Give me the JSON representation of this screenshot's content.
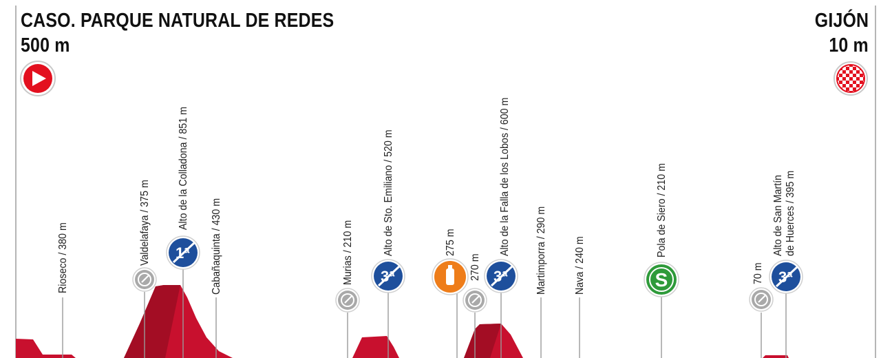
{
  "start": {
    "name": "CASO. PARQUE NATURAL DE REDES",
    "altitude": "500 m",
    "icon": "start-arrow-icon"
  },
  "finish": {
    "name": "GIJÓN",
    "altitude": "10 m",
    "icon": "finish-checkered-flag-icon"
  },
  "colors": {
    "profile": "#c8102e",
    "profile_dark": "#9e0c22",
    "start_badge": "#e3101f",
    "climb_badge": "#1e4f9c",
    "sprint_badge": "#2e9a3a",
    "feed_badge": "#ee7d1a",
    "cp_badge": "#a9a9a9",
    "line": "#9a9a9a"
  },
  "markers": [
    {
      "label": "Rioseco / 380 m",
      "badge": ""
    },
    {
      "label": "Valdelafaya / 375 m",
      "badge": "cp"
    },
    {
      "label": "Alto de la Colladona / 851 m",
      "badge": "climb",
      "category": "1ª"
    },
    {
      "label": "Cabañaquinta / 430 m",
      "badge": ""
    },
    {
      "label": "Murias / 210 m",
      "badge": "cp"
    },
    {
      "label": "Alto de Sto. Emiliano / 520 m",
      "badge": "climb",
      "category": "3ª"
    },
    {
      "label": "275 m",
      "badge": "feed"
    },
    {
      "label": "270 m",
      "badge": "cp"
    },
    {
      "label": "Alto de la Falla de los Lobos / 600 m",
      "badge": "climb",
      "category": "3ª"
    },
    {
      "label": "Martimporra / 290 m",
      "badge": ""
    },
    {
      "label": "Nava / 240 m",
      "badge": ""
    },
    {
      "label": "Pola de Siero / 210 m",
      "badge": "sprint",
      "badge_text": "S"
    },
    {
      "label": "70 m",
      "badge": "cp"
    },
    {
      "label": "Alto de San Martín",
      "label2": "de Huerces / 395 m",
      "badge": "climb",
      "category": "3ª"
    }
  ]
}
